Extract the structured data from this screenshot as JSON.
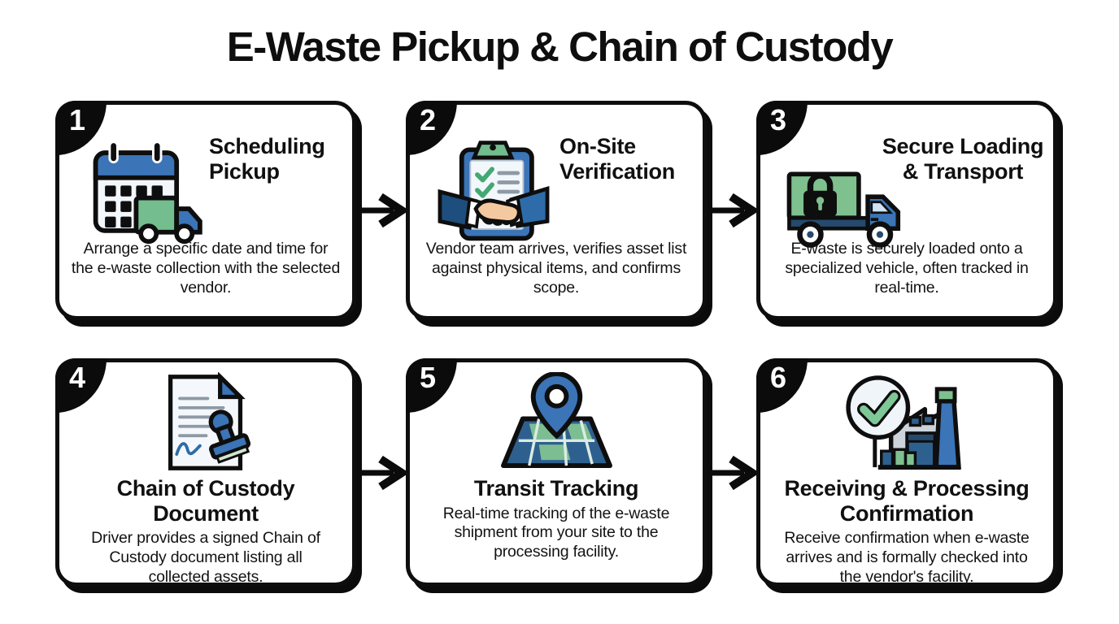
{
  "title": "E-Waste Pickup & Chain of Custody",
  "arrow_icon": "right-arrow",
  "colors": {
    "ink": "#0e0e0e",
    "page_bg": "#ffffff",
    "card_bg": "#ffffff",
    "accent_blue": "#3b74b7",
    "accent_navy": "#2e608f",
    "accent_dark_navy": "#264a6d",
    "accent_green": "#7dbd92",
    "paper": "#f2f7fb",
    "line_gray": "#8e99a4",
    "skin": "#f5c9a0"
  },
  "steps": [
    {
      "number": "1",
      "title": "Scheduling Pickup",
      "description": "Arrange a specific date and time for the e-waste collection with the selected vendor.",
      "icon": "calendar-truck-icon"
    },
    {
      "number": "2",
      "title": "On-Site Verification",
      "description": "Vendor team arrives, verifies asset list against physical items, and confirms scope.",
      "icon": "clipboard-handshake-icon"
    },
    {
      "number": "3",
      "title": "Secure Loading & Transport",
      "description": "E-waste is securely loaded onto a specialized vehicle, often tracked in real-time.",
      "icon": "secure-truck-icon"
    },
    {
      "number": "4",
      "title": "Chain of Custody Document",
      "description": "Driver provides a signed Chain of Custody document listing all collected assets.",
      "icon": "document-stamp-icon"
    },
    {
      "number": "5",
      "title": "Transit Tracking",
      "description": "Real-time tracking of the e-waste shipment from your site to the processing facility.",
      "icon": "map-pin-icon"
    },
    {
      "number": "6",
      "title": "Receiving & Processing Confirmation",
      "description": "Receive confirmation when e-waste arrives and is formally checked into the vendor's facility.",
      "icon": "factory-check-icon"
    }
  ]
}
